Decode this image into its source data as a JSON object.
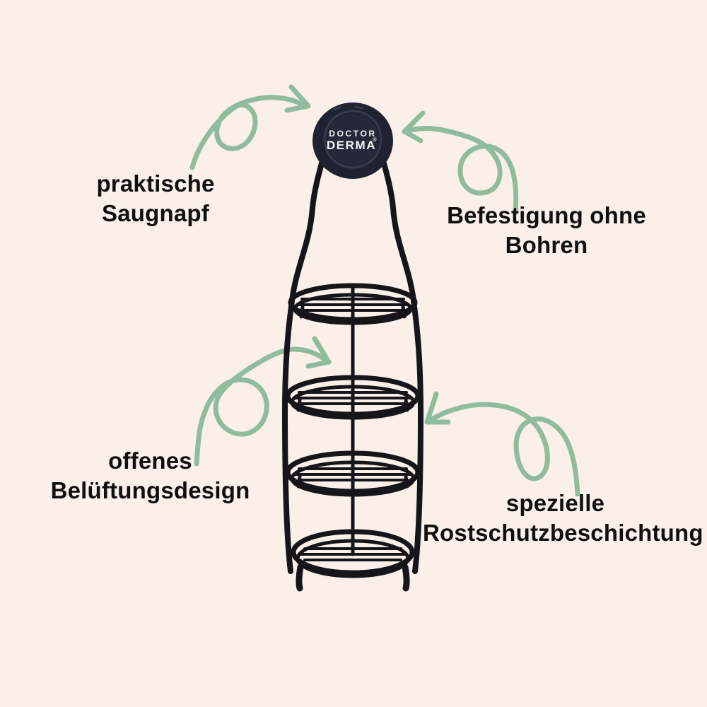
{
  "colors": {
    "background": "#fbefe9",
    "arrow_green": "#8fbc9d",
    "product_black": "#15151a",
    "knob_navy": "#1e2231",
    "knob_inner": "#242839",
    "knob_ring": "#3a3f55",
    "label_text": "#101010",
    "logo_text": "#f5f5f5"
  },
  "brand": {
    "name_line1": "DOCTOR",
    "name_line2": "DERMA",
    "registered_mark": "®"
  },
  "labels": {
    "suction": {
      "line1": "praktische",
      "line2": "Saugnapf"
    },
    "mounting": {
      "line1": "Befestigung ohne",
      "line2": "Bohren"
    },
    "ventilation": {
      "line1": "offenes",
      "line2": "Belüftungsdesign"
    },
    "coating": {
      "line1": "spezielle",
      "line2": "Rostschutzbeschichtung"
    }
  },
  "icons": {
    "arrows": [
      {
        "name": "curly-arrow-to-suction-cup-left"
      },
      {
        "name": "curly-arrow-to-suction-cup-right"
      },
      {
        "name": "curly-arrow-to-ventilation-tier"
      },
      {
        "name": "curly-arrow-to-coated-frame"
      }
    ]
  }
}
